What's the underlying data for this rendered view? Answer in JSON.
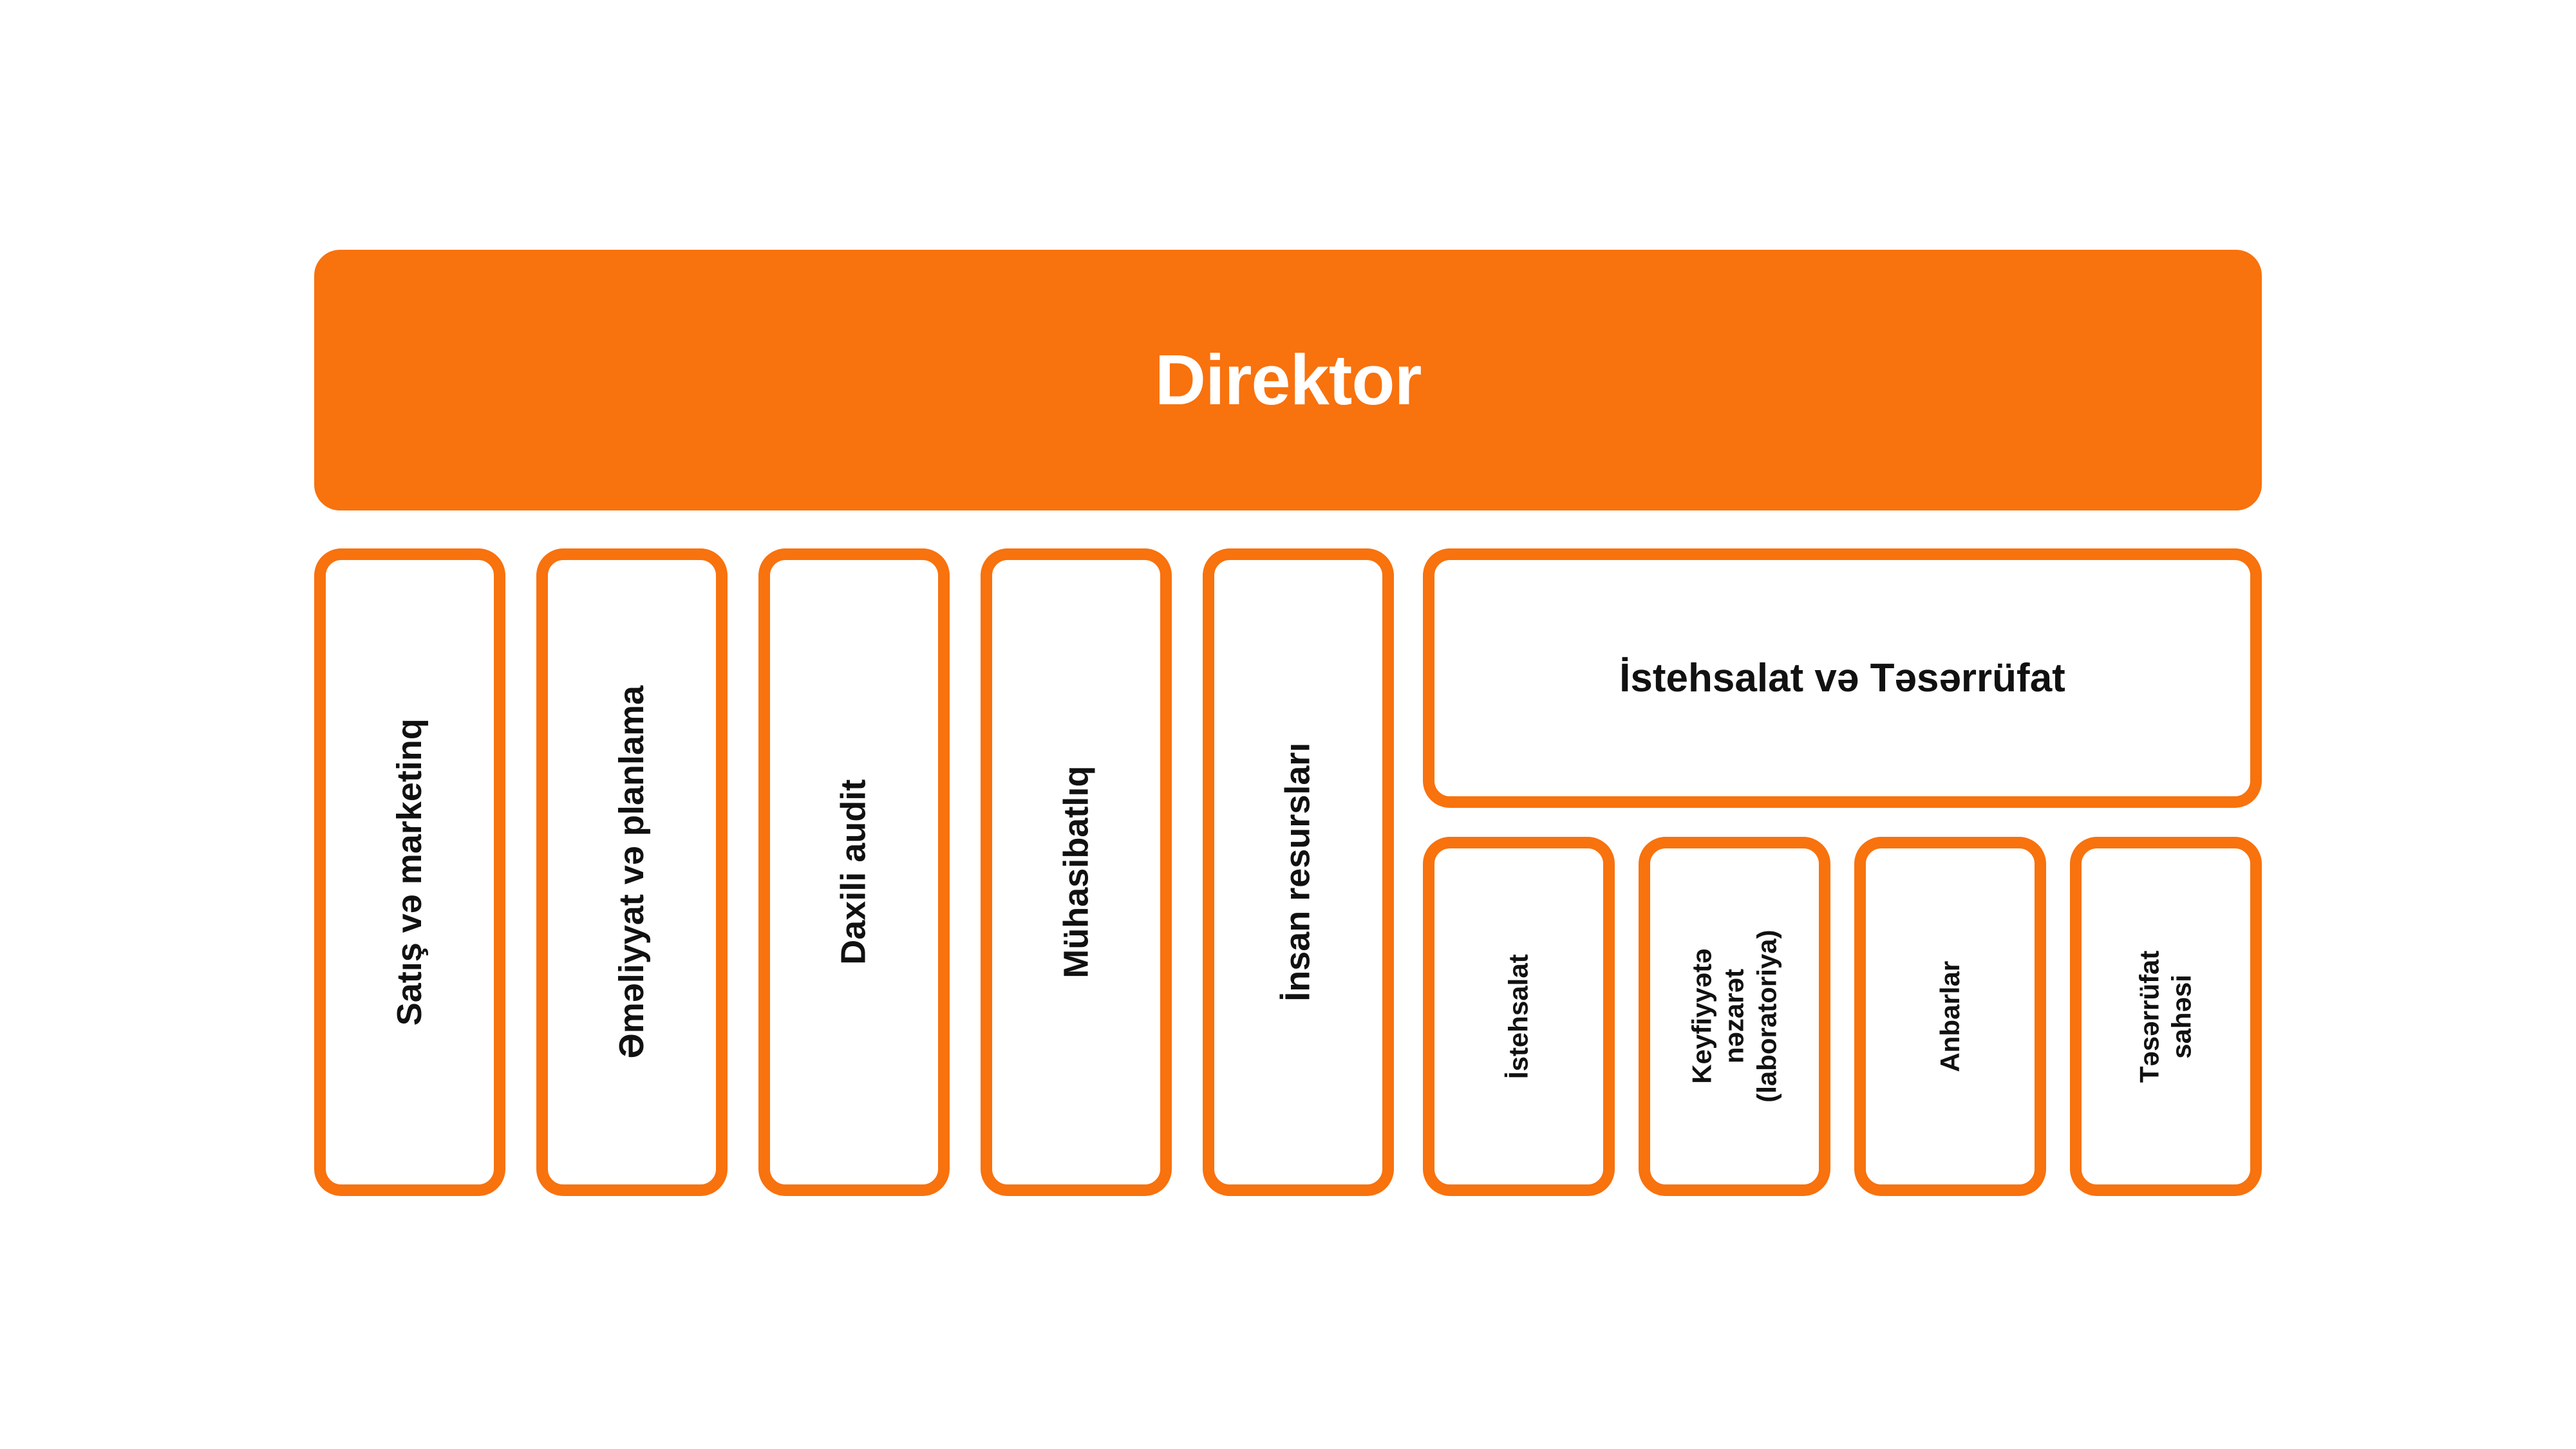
{
  "colors": {
    "accent": "#F8720E",
    "text": "#111111",
    "background": "#FFFFFF",
    "root_text": "#FFFFFF"
  },
  "root": {
    "label": "Direktor"
  },
  "departments": [
    {
      "label": "Satış və marketinq"
    },
    {
      "label": "Əməliyyat və planlama"
    },
    {
      "label": "Daxili audit"
    },
    {
      "label": "Mühasibatlıq"
    },
    {
      "label": "İnsan resursları"
    }
  ],
  "production_group": {
    "label": "İstehsalat və Təsərrüfat",
    "children": [
      {
        "label": "İstehsalat"
      },
      {
        "label": "Keyfiyyətə nəzarət\n(laboratoriya)"
      },
      {
        "label": "Anbarlar"
      },
      {
        "label": "Təsərrüfat sahəsi"
      }
    ]
  }
}
